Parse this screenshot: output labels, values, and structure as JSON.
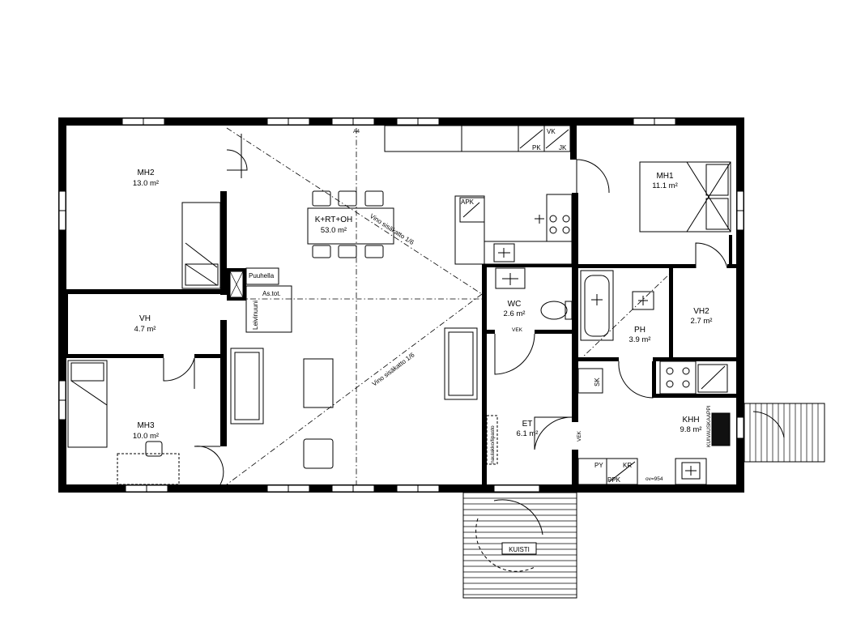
{
  "rooms": [
    {
      "id": "mh2",
      "name": "MH2",
      "area": "13.0 m²"
    },
    {
      "id": "krtoh",
      "name": "K+RT+OH",
      "area": "53.0 m²"
    },
    {
      "id": "mh1",
      "name": "MH1",
      "area": "11.1 m²"
    },
    {
      "id": "vh",
      "name": "VH",
      "area": "4.7 m²"
    },
    {
      "id": "wc",
      "name": "WC",
      "area": "2.6 m²"
    },
    {
      "id": "ph",
      "name": "PH",
      "area": "3.9 m²"
    },
    {
      "id": "vh2",
      "name": "VH2",
      "area": "2.7 m²"
    },
    {
      "id": "mh3",
      "name": "MH3",
      "area": "10.0 m²"
    },
    {
      "id": "et",
      "name": "ET",
      "area": "6.1 m²"
    },
    {
      "id": "khh",
      "name": "KHH",
      "area": "9.8 m²"
    }
  ],
  "labels": {
    "puuhella": "Puuhella",
    "astot": "As.tot.",
    "leivinuuni": "Leivinuuni",
    "apk": "APK",
    "pk": "PK",
    "vk": "VK",
    "jk": "JK",
    "sk": "SK",
    "py": "PY",
    "kr": "KR",
    "ppk": "PPK",
    "vek1": "VEK",
    "vek2": "VEK",
    "kuivauskaappi": "KUIVAUSKAAPPI",
    "naulakko": "naulakko/lipasto",
    "ov": "ov=954",
    "kuisti": "KUISTI",
    "vino1": "Vino sisäkatto 1/6",
    "vino2": "Vino sisäkatto 1/6",
    "a4": "A4"
  }
}
